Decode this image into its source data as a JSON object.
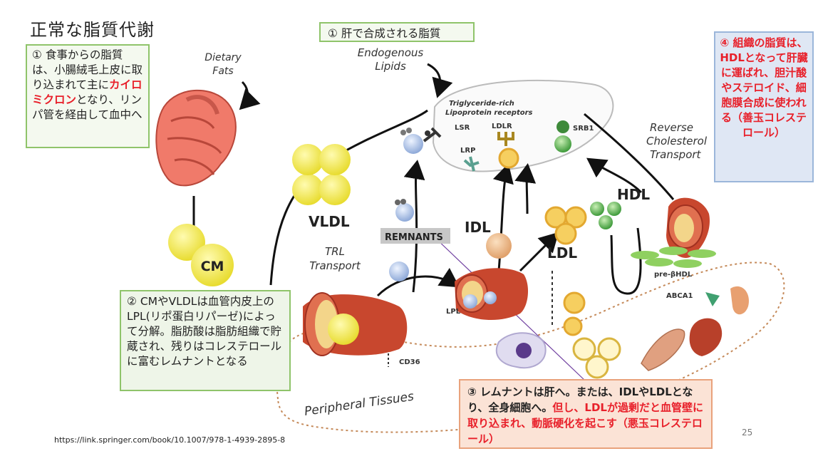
{
  "title": "正常な脂質代謝",
  "note_top": "① 肝で合成される脂質",
  "note1": {
    "pre": "① 食事からの脂質は、小腸絨毛上皮に取り込まれて主に",
    "highlight": "カイロミクロン",
    "post": "となり、リンパ管を経由して血中へ"
  },
  "note2": "② CMやVLDLは血管内皮上のLPL(リポ蛋白リパーゼ)によって分解。脂肪酸は脂肪組織で貯蔵され、残りはコレステロールに富むレムナントとなる",
  "note3": {
    "pre": "③ レムナントは肝へ。または、IDLやLDLとなり、全身細胞へ。",
    "highlight": "但し、LDLが過剰だと血管壁に取り込まれ、動脈硬化を起こす（悪玉コレステロール）"
  },
  "note4": "④ 組織の脂質は、HDLとなって肝臓に運ばれ、胆汁酸やステロイド、細胞膜合成に使われる（善玉コレステロール）",
  "figure_labels": {
    "dietary": [
      "Dietary",
      "Fats"
    ],
    "endogenous": [
      "Endogenous",
      "Lipids"
    ],
    "trl_receptors": [
      "Triglyceride-rich",
      "Lipoprotein receptors"
    ],
    "lsr": "LSR",
    "ldlr": "LDLR",
    "srb1": "SRB1",
    "lrp": "LRP",
    "reverse": [
      "Reverse",
      "Cholesterol",
      "Transport"
    ],
    "vldl": "VLDL",
    "cm": "CM",
    "remnants": "REMNANTS",
    "idl": "IDL",
    "ldl": "LDL",
    "hdl": "HDL",
    "trl_transport": [
      "TRL",
      "Transport"
    ],
    "lpl": "LPL",
    "cd36": "CD36",
    "pre_bhdl": "pre-βHDL",
    "abca1": "ABCA1",
    "peripheral": "Peripheral Tissues"
  },
  "url": "https://link.springer.com/book/10.1007/978-1-4939-2895-8",
  "page_number": "25",
  "colors": {
    "red": "#e8202a",
    "lipoprotein_yellow": "#f2ea55",
    "hdl_green": "#7fbf6a",
    "vessel": "#c8472e"
  }
}
